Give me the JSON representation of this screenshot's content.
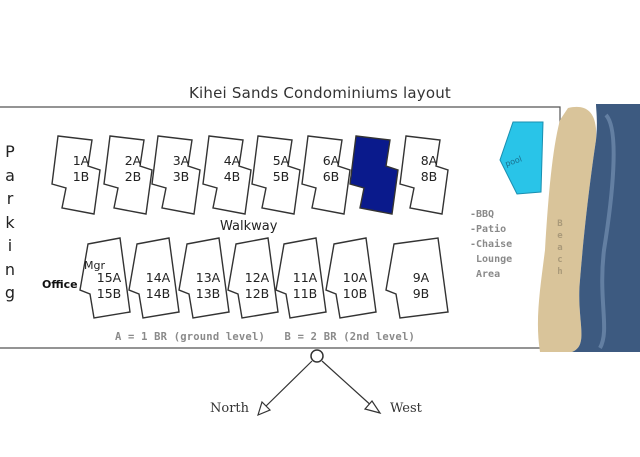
{
  "title": "Kihei Sands Condominiums layout",
  "parking_letters": [
    "P",
    "a",
    "r",
    "k",
    "i",
    "n",
    "g"
  ],
  "walkway": "Walkway",
  "office": "Office",
  "mgr": "Mgr",
  "legend": "A = 1 BR (ground level)   B = 2 BR (2nd level)",
  "amenities": [
    "-BBQ",
    "-Patio",
    "-Chaise",
    " Lounge",
    " Area"
  ],
  "beach_letters": [
    "B",
    "e",
    "a",
    "c",
    "h"
  ],
  "pool": "pool",
  "north": "North",
  "west": "West",
  "top_row": [
    {
      "a": "1A",
      "b": "1B"
    },
    {
      "a": "2A",
      "b": "2B"
    },
    {
      "a": "3A",
      "b": "3B"
    },
    {
      "a": "4A",
      "b": "4B"
    },
    {
      "a": "5A",
      "b": "5B"
    },
    {
      "a": "6A",
      "b": "6B"
    },
    {
      "a": "",
      "b": "",
      "highlighted": true
    },
    {
      "a": "8A",
      "b": "8B"
    }
  ],
  "bottom_row": [
    {
      "a": "15A",
      "b": "15B"
    },
    {
      "a": "14A",
      "b": "14B"
    },
    {
      "a": "13A",
      "b": "13B"
    },
    {
      "a": "12A",
      "b": "12B"
    },
    {
      "a": "11A",
      "b": "11B"
    },
    {
      "a": "10A",
      "b": "10B"
    },
    {
      "a": "9A",
      "b": "9B"
    }
  ],
  "colors": {
    "highlight": "#0a1a8c",
    "pool": "#29c4e8",
    "sand": "#d9c49a",
    "ocean": "#3d5a80",
    "outline": "#333333"
  }
}
